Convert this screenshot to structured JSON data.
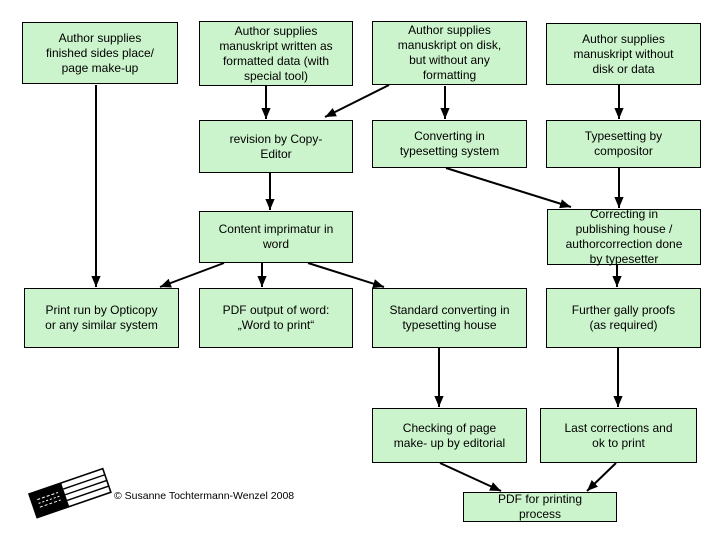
{
  "slide": {
    "background": "#ffffff",
    "colors": {
      "node_fill": "#ccf4cc",
      "node_border": "#000000",
      "arrow": "#000000",
      "text": "#000000"
    }
  },
  "diagram": {
    "type": "flowchart",
    "nodes": [
      {
        "id": "author-finished-pages",
        "label": "Author supplies\nfinished sides place/\npage make-up"
      },
      {
        "id": "author-formatted-data",
        "label": "Author supplies\nmanuskript written as\nformatted data (with\nspecial tool)"
      },
      {
        "id": "author-disk-unformatted",
        "label": "Author supplies\nmanuskript on disk,\nbut without any\nformatting"
      },
      {
        "id": "author-no-disk",
        "label": "Author supplies\nmanuskript without\ndisk or data"
      },
      {
        "id": "revision-copy-editor",
        "label": "revision by Copy-\nEditor"
      },
      {
        "id": "converting-typesetting-system",
        "label": "Converting in\ntypesetting system"
      },
      {
        "id": "typesetting-compositor",
        "label": "Typesetting by\ncompositor"
      },
      {
        "id": "content-imprimatur",
        "label": "Content imprimatur in\nword"
      },
      {
        "id": "correcting-publishing-house",
        "label": "Correcting in\npublishing house /\nauthorcorrection done\nby typesetter"
      },
      {
        "id": "print-run-opticopy",
        "label": "Print run by Opticopy\nor any similar system"
      },
      {
        "id": "pdf-output-word",
        "label": "PDF output of word:\n„Word to print“"
      },
      {
        "id": "standard-converting",
        "label": "Standard converting in\ntypesetting house"
      },
      {
        "id": "further-gally-proofs",
        "label": "Further gally proofs\n(as required)"
      },
      {
        "id": "checking-page-makeup",
        "label": "Checking of page\nmake- up by editorial"
      },
      {
        "id": "last-corrections",
        "label": "Last corrections and\nok to print"
      },
      {
        "id": "pdf-printing-process",
        "label": "PDF for printing\nprocess"
      }
    ],
    "edges": [
      {
        "from": "author-finished-pages",
        "to": "print-run-opticopy"
      },
      {
        "from": "author-formatted-data",
        "to": "revision-copy-editor"
      },
      {
        "from": "author-disk-unformatted",
        "to": "revision-copy-editor"
      },
      {
        "from": "author-disk-unformatted",
        "to": "converting-typesetting-system"
      },
      {
        "from": "author-no-disk",
        "to": "typesetting-compositor"
      },
      {
        "from": "revision-copy-editor",
        "to": "content-imprimatur"
      },
      {
        "from": "converting-typesetting-system",
        "to": "correcting-publishing-house"
      },
      {
        "from": "typesetting-compositor",
        "to": "correcting-publishing-house"
      },
      {
        "from": "content-imprimatur",
        "to": "print-run-opticopy"
      },
      {
        "from": "content-imprimatur",
        "to": "pdf-output-word"
      },
      {
        "from": "content-imprimatur",
        "to": "standard-converting"
      },
      {
        "from": "correcting-publishing-house",
        "to": "further-gally-proofs"
      },
      {
        "from": "standard-converting",
        "to": "checking-page-makeup"
      },
      {
        "from": "further-gally-proofs",
        "to": "last-corrections"
      },
      {
        "from": "checking-page-makeup",
        "to": "pdf-printing-process"
      },
      {
        "from": "last-corrections",
        "to": "pdf-printing-process"
      }
    ]
  },
  "footer": {
    "copyright": "© Susanne Tochtermann-Wenzel 2008",
    "logo_icon": "book-icon"
  }
}
